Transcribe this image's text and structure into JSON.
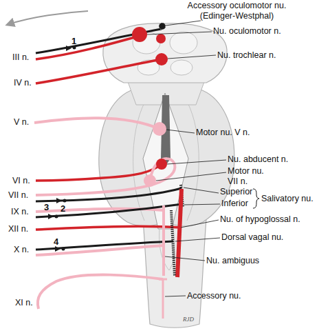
{
  "diagram": {
    "labels": [
      "Accessory oculomotor nu. (Edinger-Westphal)",
      "Nu. oculomotor n.",
      "Nu. trochlear n.",
      "Motor nu. V n.",
      "Nu. abducent n.",
      "Motor nu. VII n.",
      "Superior",
      "Inferior",
      "Salivatory nu.",
      "Nu. of hypoglossal n.",
      "Dorsal vagal nu.",
      "Nu. ambiguus",
      "Accessory nu.",
      "III n.",
      "IV n.",
      "V n.",
      "VI n.",
      "VII n.",
      "IX n.",
      "XII n.",
      "X n.",
      "XI n.",
      "1",
      "2",
      "3",
      "4",
      "RJD"
    ]
  }
}
